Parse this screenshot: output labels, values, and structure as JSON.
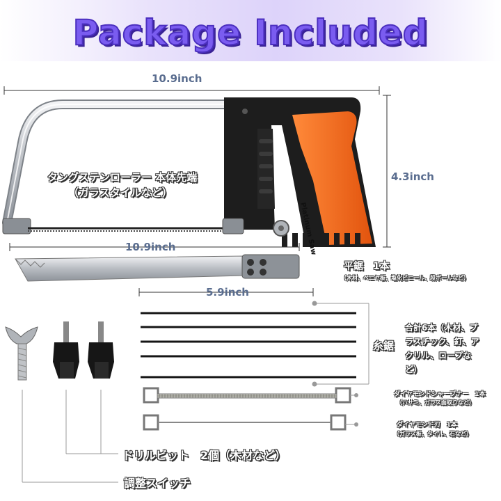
{
  "banner": {
    "title": "Package Included"
  },
  "dimensions": {
    "frame_width": "10.9inch",
    "frame_height": "4.3inch",
    "flat_saw_length": "10.9inch",
    "wire_saw_length": "5.9inch"
  },
  "handle_brand": "Platinum Saw",
  "labels": {
    "roller_line1": "タングステンローラー 本体先端",
    "roller_line2": "（ガラスタイルなど）",
    "flat_saw_title": "平鋸　1本",
    "flat_saw_desc": "（木材、ベニヤ板、塩化ビニール、段ボールなど）",
    "wire_saw_title": "糸鋸",
    "wire_saw_desc_1": "合計6本（木材、プ",
    "wire_saw_desc_2": "ラスチック、釘、ア",
    "wire_saw_desc_3": "クリル、ロープな",
    "wire_saw_desc_4": "ど）",
    "sharpener_title": "ダイヤモンドシャープナー　1本",
    "sharpener_desc": "（ハサミ、ガラス面取りなど）",
    "diamond_title": "ダイヤモンド刃　1本",
    "diamond_desc": "（ガラス板、タイル、石など）",
    "drill_bits": "ドリルビット　2個（木材など）",
    "adjust_switch": "調整スイッチ"
  },
  "colors": {
    "banner_text": "#7a5cf0",
    "handle_orange": "#f26b1d",
    "handle_black": "#1d1d1d",
    "frame_silver": "#c9ccd0"
  }
}
